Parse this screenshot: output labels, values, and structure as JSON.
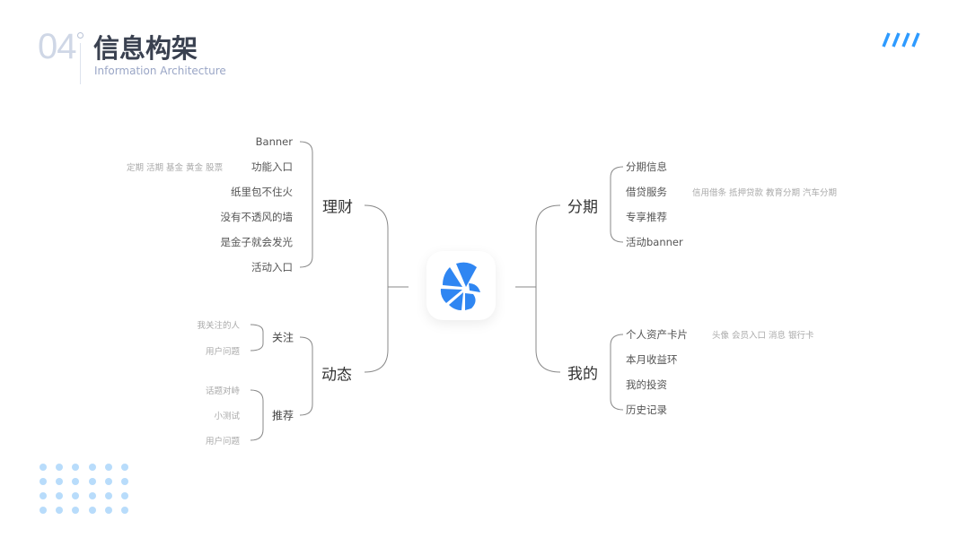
{
  "header": {
    "number": "04",
    "title": "信息构架",
    "subtitle": "Information Architecture"
  },
  "accent": "#2e9bff",
  "center_icon": "app-logo-shell-icon",
  "left": {
    "licai": {
      "label": "理财",
      "items": [
        "Banner",
        "功能入口",
        "纸里包不住火",
        "没有不透风的墙",
        "是金子就会发光",
        "活动入口"
      ],
      "hint": "定期 活期 基金 黄金 股票"
    },
    "dongtai": {
      "label": "动态",
      "guanzhu": {
        "label": "关注",
        "items": [
          "我关注的人",
          "用户问题"
        ]
      },
      "tuijian": {
        "label": "推荐",
        "items": [
          "话题对峙",
          "小测试",
          "用户问题"
        ]
      }
    }
  },
  "right": {
    "fenqi": {
      "label": "分期",
      "items": [
        "分期信息",
        "借贷服务",
        "专享推荐",
        "活动banner"
      ],
      "hint": "信用借条 抵押贷款 教育分期 汽车分期"
    },
    "wode": {
      "label": "我的",
      "items": [
        "个人资产卡片",
        "本月收益环",
        "我的投资",
        "历史记录"
      ],
      "hint": "头像 会员入口 消息 银行卡"
    }
  }
}
